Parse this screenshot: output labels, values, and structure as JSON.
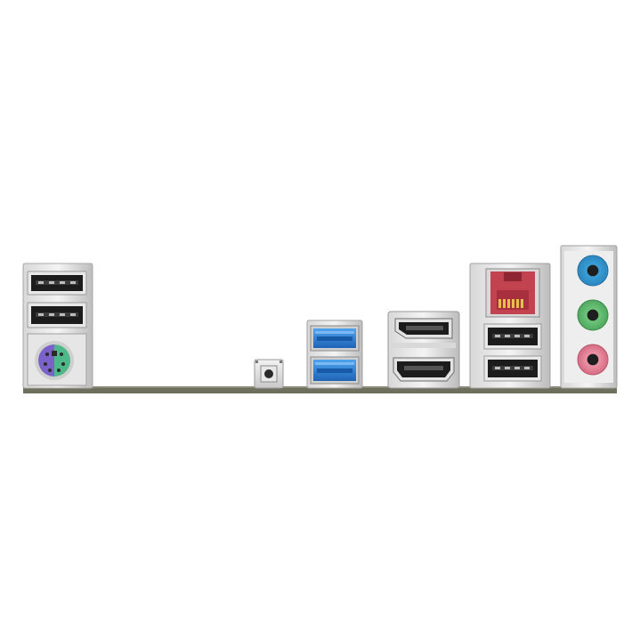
{
  "image": {
    "subject": "motherboard-rear-io-panel",
    "background_color": "#ffffff",
    "pcb_color": "#6f6f5e"
  },
  "ports": [
    {
      "name": "usb2-port-top-left",
      "type": "USB 2.0",
      "color": "#1c1c1c"
    },
    {
      "name": "usb2-port-mid-left",
      "type": "USB 2.0",
      "color": "#1c1c1c"
    },
    {
      "name": "ps2-combo-port",
      "type": "PS/2",
      "colors": [
        "#7a62c9",
        "#4fb889"
      ]
    },
    {
      "name": "clear-cmos-button",
      "type": "button",
      "color": "#2a2a2a"
    },
    {
      "name": "usb3-port-top",
      "type": "USB 3.0",
      "color": "#2f7fd9"
    },
    {
      "name": "usb3-port-bottom",
      "type": "USB 3.0",
      "color": "#2f7fd9"
    },
    {
      "name": "displayport-port",
      "type": "DisplayPort",
      "color": "#1c1c1c"
    },
    {
      "name": "hdmi-port",
      "type": "HDMI",
      "color": "#1c1c1c"
    },
    {
      "name": "ethernet-rj45-port",
      "type": "RJ45",
      "color": "#c2424f"
    },
    {
      "name": "usb2-port-right-top",
      "type": "USB 2.0",
      "color": "#1c1c1c"
    },
    {
      "name": "usb2-port-right-bottom",
      "type": "USB 2.0",
      "color": "#1c1c1c"
    },
    {
      "name": "audio-line-in-jack",
      "type": "audio",
      "color": "#3a9fd6"
    },
    {
      "name": "audio-line-out-jack",
      "type": "audio",
      "color": "#5ab96a"
    },
    {
      "name": "audio-mic-jack",
      "type": "audio",
      "color": "#e07b90"
    }
  ]
}
